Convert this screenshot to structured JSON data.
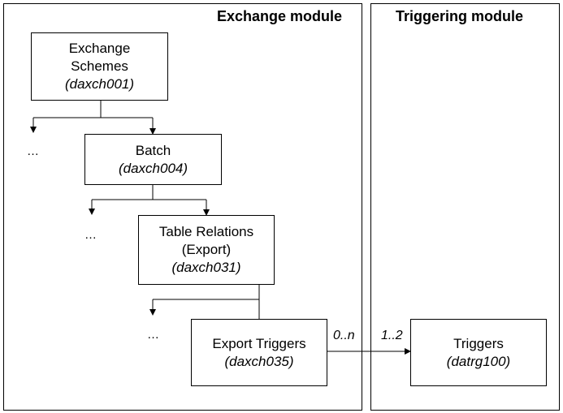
{
  "modules": {
    "exchange": {
      "title": "Exchange module"
    },
    "triggering": {
      "title": "Triggering module"
    }
  },
  "boxes": {
    "exchange_schemes": {
      "line1": "Exchange",
      "line2": "Schemes",
      "code": "(daxch001)"
    },
    "batch": {
      "line1": "Batch",
      "code": "(daxch004)"
    },
    "table_relations": {
      "line1": "Table Relations",
      "line2": "(Export)",
      "code": "(daxch031)"
    },
    "export_triggers": {
      "line1": "Export Triggers",
      "code": "(daxch035)"
    },
    "triggers": {
      "line1": "Triggers",
      "code": "(datrg100)"
    }
  },
  "ellipses": [
    "…",
    "…",
    "…"
  ],
  "multiplicity": {
    "export_side": "0..n",
    "trigger_side": "1..2"
  }
}
